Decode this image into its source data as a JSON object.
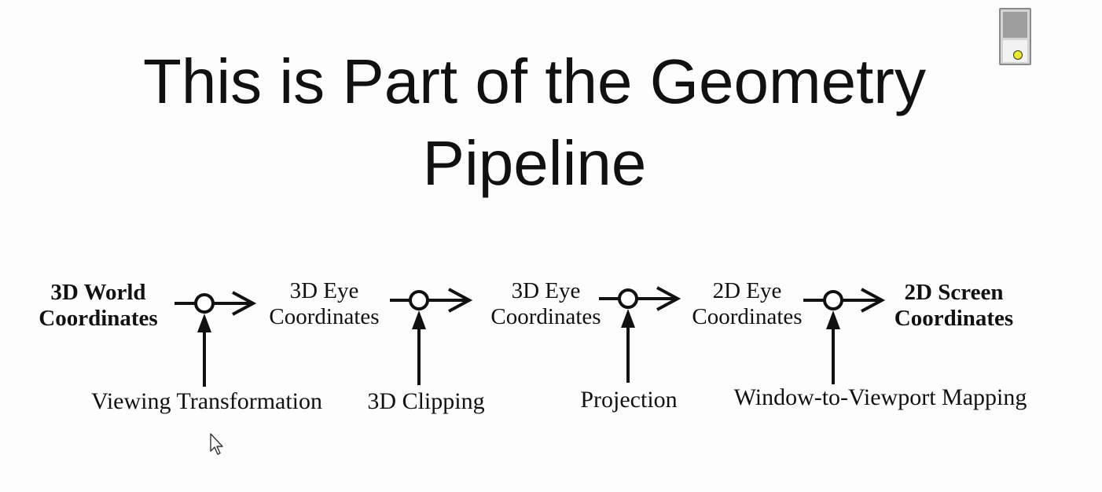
{
  "title": {
    "line1": "This is Part of the Geometry",
    "line2": "Pipeline"
  },
  "pipeline": {
    "nodes": [
      {
        "line1": "3D World",
        "line2": "Coordinates",
        "bold": true
      },
      {
        "line1": "3D Eye",
        "line2": "Coordinates",
        "bold": false
      },
      {
        "line1": "3D Eye",
        "line2": "Coordinates",
        "bold": false
      },
      {
        "line1": "2D Eye",
        "line2": "Coordinates",
        "bold": false
      },
      {
        "line1": "2D Screen",
        "line2": "Coordinates",
        "bold": true
      }
    ],
    "operations": [
      {
        "label": "Viewing Transformation"
      },
      {
        "label": "3D Clipping"
      },
      {
        "label": "Projection"
      },
      {
        "label": "Window-to-Viewport Mapping"
      }
    ]
  },
  "colors": {
    "background": "#fdfdfd",
    "ink": "#111111",
    "widget_dot": "#e9e93a"
  },
  "icons": {
    "widget": "slide-control-widget-icon",
    "cursor": "mouse-pointer-icon"
  }
}
